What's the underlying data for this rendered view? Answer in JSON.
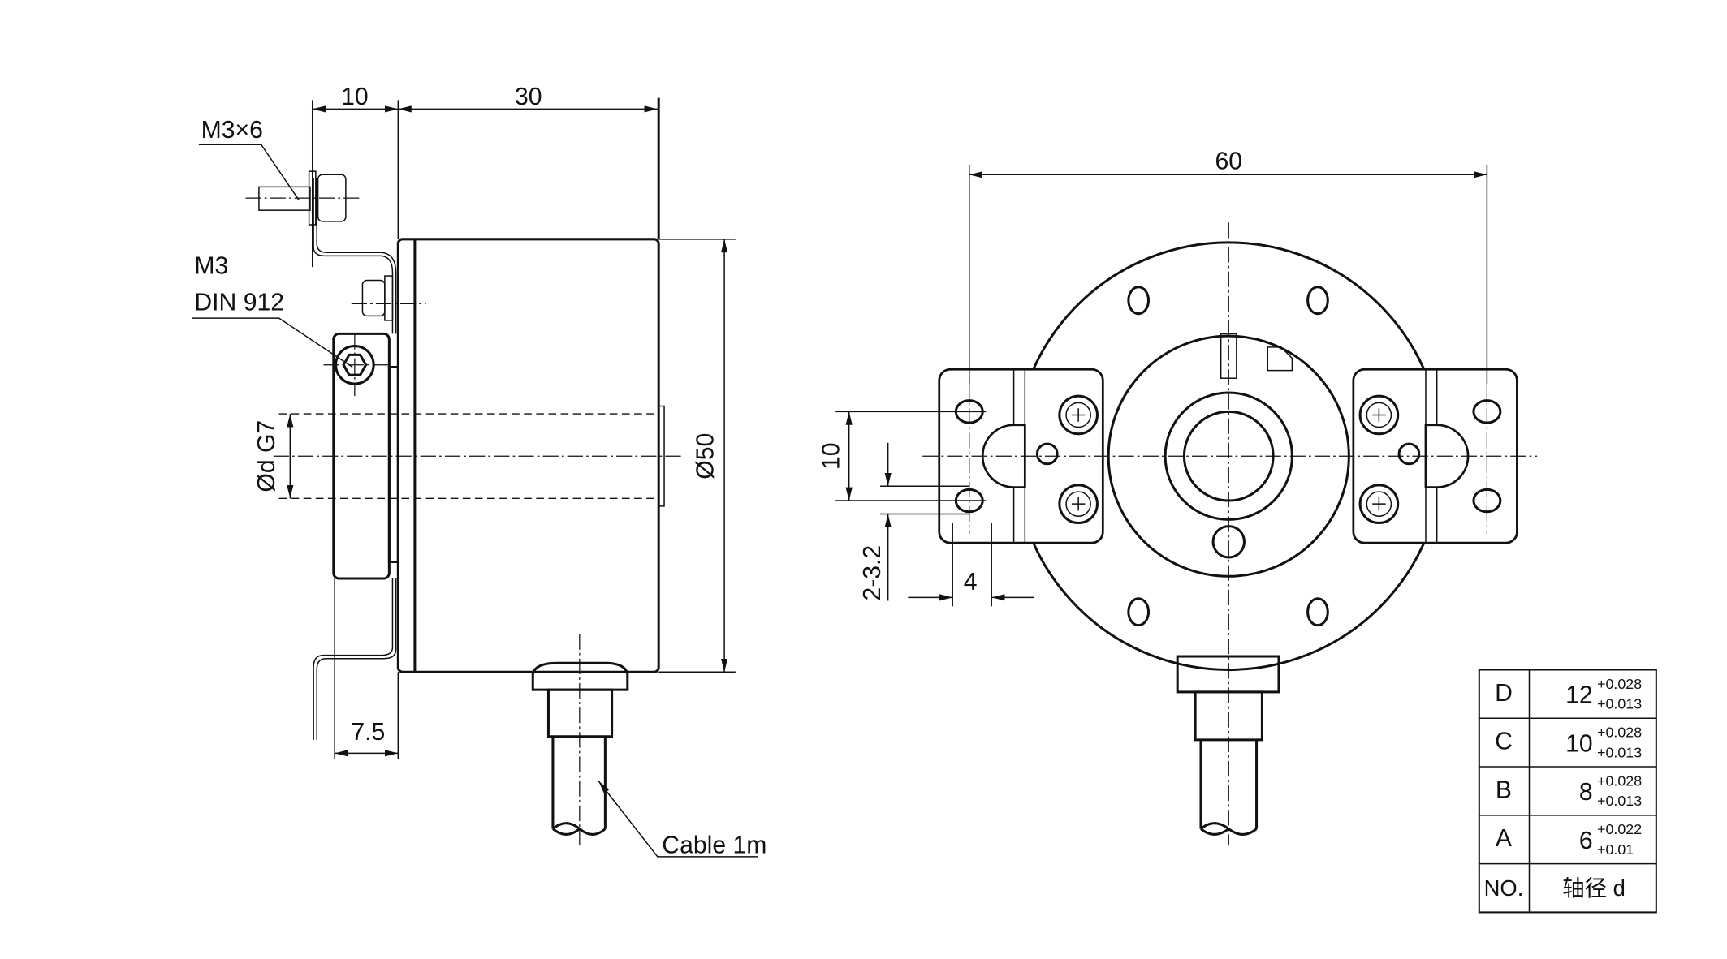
{
  "side_view": {
    "dim_flange": "10",
    "dim_body_length": "30",
    "dim_diameter": "Ø50",
    "dim_bore": "Ød G7",
    "dim_bracket_offset": "7.5",
    "label_screw": "M3×6",
    "label_clamp_screw_1": "M3",
    "label_clamp_screw_2": "DIN 912",
    "label_cable": "Cable 1m"
  },
  "front_view": {
    "dim_width": "60",
    "dim_slot_spacing": "10",
    "dim_holes": "2-3.2",
    "dim_slot_width": "4"
  },
  "shaft_table": {
    "header": {
      "no": "NO.",
      "value": "轴径 d"
    },
    "rows": [
      {
        "no": "D",
        "nominal": "12",
        "upper": "+0.028",
        "lower": "+0.013"
      },
      {
        "no": "C",
        "nominal": "10",
        "upper": "+0.028",
        "lower": "+0.013"
      },
      {
        "no": "B",
        "nominal": "8",
        "upper": "+0.028",
        "lower": "+0.013"
      },
      {
        "no": "A",
        "nominal": "6",
        "upper": "+0.022",
        "lower": "+0.01"
      }
    ]
  }
}
